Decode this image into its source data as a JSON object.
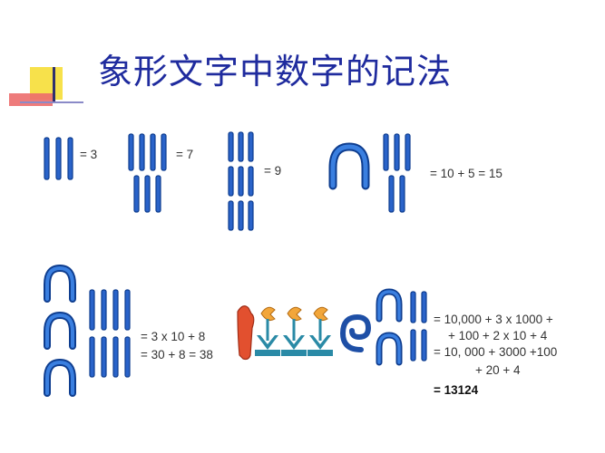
{
  "slide": {
    "title": "象形文字中数字的记法",
    "accent_colors": {
      "title": "#1f2b9e",
      "stroke": "#1a55b8",
      "deco_yellow": "#f7e14b",
      "deco_red": "#e86a6a"
    },
    "equations": {
      "three": "= 3",
      "seven": "= 7",
      "nine": "= 9",
      "fifteen": "= 10 + 5 = 15",
      "thirtyeight_1": "= 3 x 10 + 8",
      "thirtyeight_2": "= 30 + 8 = 38",
      "big_1": "= 10,000 + 3 x 1000 +",
      "big_2": "+ 100 + 2 x 10 + 4",
      "big_3": "= 10, 000 + 3000 +100",
      "big_4": "+ 20 + 4",
      "big_result": "= 13124"
    }
  }
}
